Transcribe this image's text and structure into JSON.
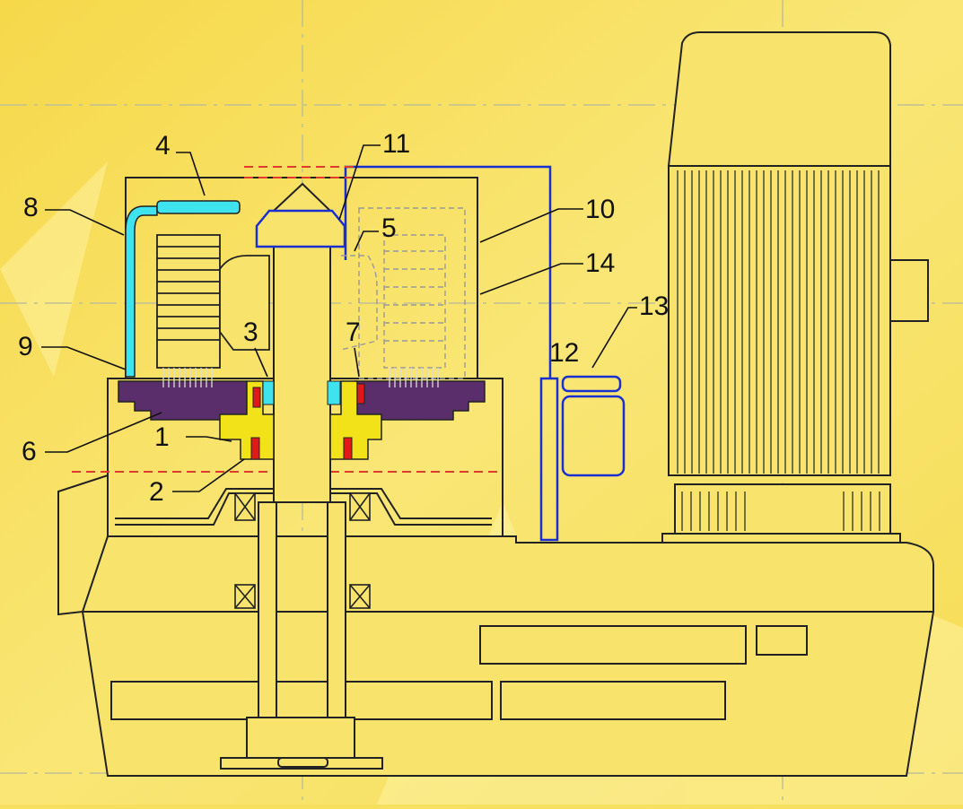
{
  "diagram": {
    "callouts": [
      {
        "id": "c4",
        "text": "4"
      },
      {
        "id": "c11",
        "text": "11"
      },
      {
        "id": "c8",
        "text": "8"
      },
      {
        "id": "c10",
        "text": "10"
      },
      {
        "id": "c5",
        "text": "5"
      },
      {
        "id": "c14",
        "text": "14"
      },
      {
        "id": "c13",
        "text": "13"
      },
      {
        "id": "c9",
        "text": "9"
      },
      {
        "id": "c3",
        "text": "3"
      },
      {
        "id": "c7",
        "text": "7"
      },
      {
        "id": "c12",
        "text": "12"
      },
      {
        "id": "c6",
        "text": "6"
      },
      {
        "id": "c1",
        "text": "1"
      },
      {
        "id": "c2",
        "text": "2"
      }
    ]
  },
  "colors": {
    "background": "#f7e060",
    "outline": "#222222",
    "coolant_pipe": "#3fe3ee",
    "housing_plate": "#5a2e6a",
    "coupling": "#f2e21a",
    "seal": "#e01818",
    "wiring": "#1a2fd0",
    "centerline": "#c8c8a0",
    "hidden_line": "#e03a2a"
  }
}
